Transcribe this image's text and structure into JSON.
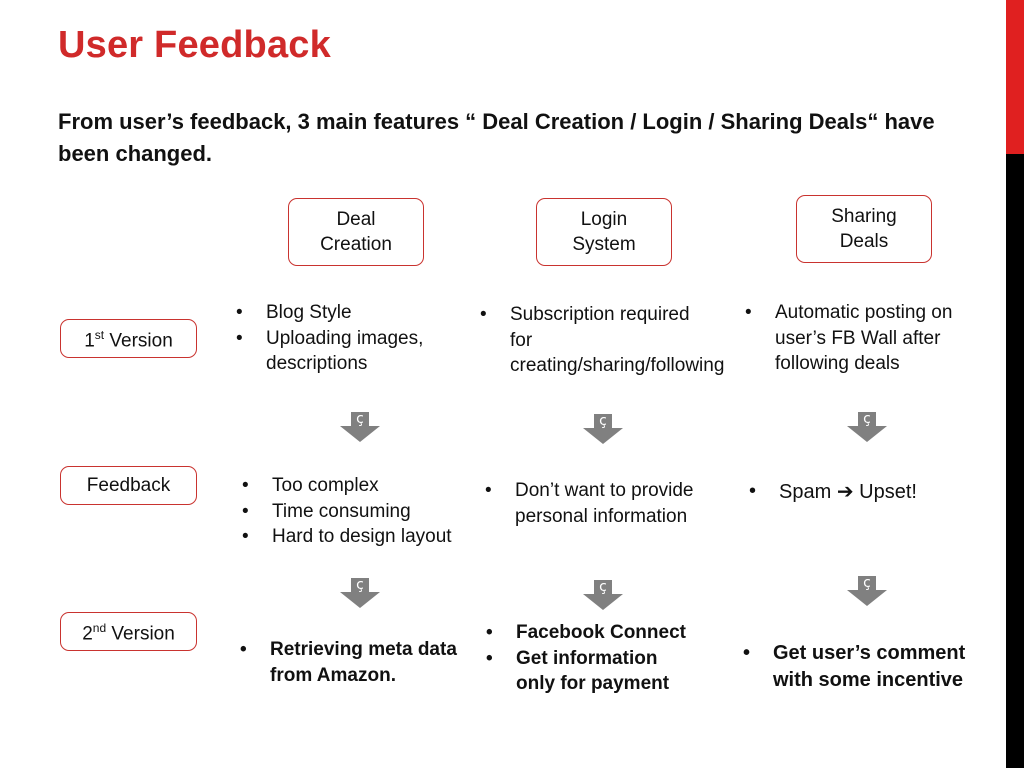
{
  "slide": {
    "title": "User Feedback",
    "subtitle": "From user’s feedback, 3 main features “ Deal Creation / Login / Sharing Deals“ have been changed.",
    "colors": {
      "title": "#d02a2a",
      "box_border": "#c9332f",
      "accent_red": "#e02020",
      "accent_black": "#000000",
      "arrow": "#808080"
    }
  },
  "columns": {
    "deal": "Deal\nCreation",
    "login": "Login\nSystem",
    "sharing": "Sharing\nDeals"
  },
  "rows": {
    "v1": {
      "main": "1",
      "sup": "st",
      "tail": " Version"
    },
    "feedback": "Feedback",
    "v2": {
      "main": "2",
      "sup": "nd",
      "tail": " Version"
    }
  },
  "cells": {
    "v1_deal": [
      "Blog Style",
      "Uploading images, descriptions"
    ],
    "v1_login": [
      "Subscription required for creating/sharing/following"
    ],
    "v1_sharing": [
      "Automatic posting on user’s FB Wall after following deals"
    ],
    "fb_deal": [
      "Too complex",
      "Time consuming",
      "Hard to design layout"
    ],
    "fb_login": [
      "Don’t want to provide personal information"
    ],
    "fb_sharing": {
      "before": "Spam ",
      "arrow": "➔",
      "after": " Upset!"
    },
    "v2_deal": [
      "Retrieving meta data from Amazon."
    ],
    "v2_login": [
      "Facebook Connect",
      "Get information only for payment"
    ],
    "v2_sharing": [
      "Get user’s comment with some incentive"
    ]
  },
  "arrow_glyph": "ç"
}
